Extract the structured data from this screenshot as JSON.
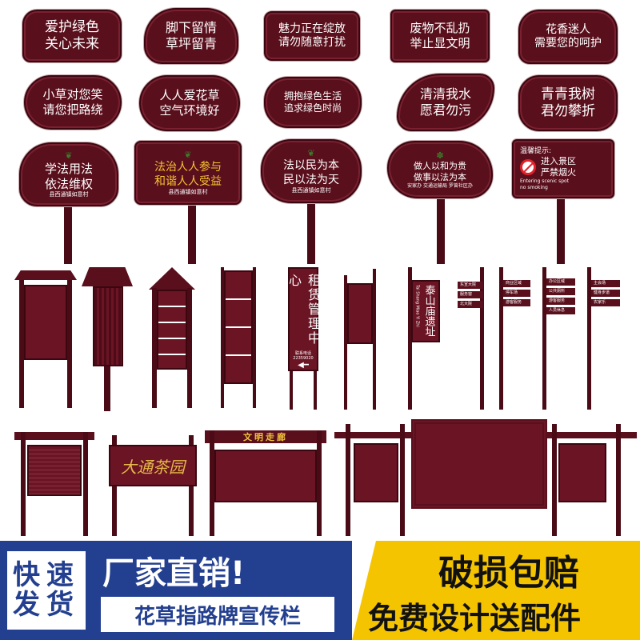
{
  "colors": {
    "sign": "#5a0f1c",
    "banner_left": "#233f8f",
    "banner_right": "#f5c400",
    "text_white": "#ffffff"
  },
  "row1": [
    [
      "爱护绿色",
      "关心未来"
    ],
    [
      "脚下留情",
      "草坪留青"
    ],
    [
      "魅力正在绽放",
      "请勿随意打扰"
    ],
    [
      "废物不乱扔",
      "举止显文明"
    ],
    [
      "花香迷人",
      "需要您的呵护"
    ]
  ],
  "row2": [
    [
      "小草对您笑",
      "请您把路绕"
    ],
    [
      "人人爱花草",
      "空气环境好"
    ],
    [
      "拥抱绿色生活",
      "追求绿色时尚"
    ],
    [
      "清清我水",
      "愿君勿污"
    ],
    [
      "青青我树",
      "君勿攀折"
    ]
  ],
  "row3": [
    {
      "lines": [
        "学法用法",
        "依法维权"
      ],
      "sub": "县西通镇如意村"
    },
    {
      "lines": [
        "法治人人参与",
        "和谐人人受益"
      ],
      "sub": "县西通镇如意村"
    },
    {
      "lines": [
        "法以民为本",
        "民以法为天"
      ],
      "sub": "县西通镇如意村"
    },
    {
      "lines": [
        "做人以和为贵",
        "做事以法为本"
      ],
      "sub": "安家办 交通运输局 罗曾社区办"
    },
    {
      "lines": [
        "温馨提示:",
        "进入景区",
        "严禁烟火",
        "Entering scenic spot",
        "no smoking"
      ]
    }
  ],
  "row4": {
    "zulin": {
      "text": "租赁管理中心",
      "phone": "联系电话 22359020"
    },
    "taishan": {
      "text": "泰山庙遗址",
      "pinyin": "Tai Shang Miao Yi Zhi"
    },
    "directions_a": [
      "东宣大院",
      "服务窗",
      "北大院"
    ],
    "directions_b": [
      "商业区域",
      "停车场",
      "游客服务"
    ],
    "directions_c": [
      "办公区域",
      "公共厕所",
      "游客服务",
      "人员休息"
    ],
    "directions_d": [
      "主会场",
      "健身步道",
      "农家乐"
    ]
  },
  "row5": {
    "calligraphy": "大通茶园",
    "corridor": "文明走廊"
  },
  "banner": {
    "fast1": "快速",
    "fast2": "发货",
    "direct": "厂家直销!",
    "product": "花草指路牌宣传栏",
    "guarantee": "破损包赔",
    "free": "免费设计送配件"
  }
}
